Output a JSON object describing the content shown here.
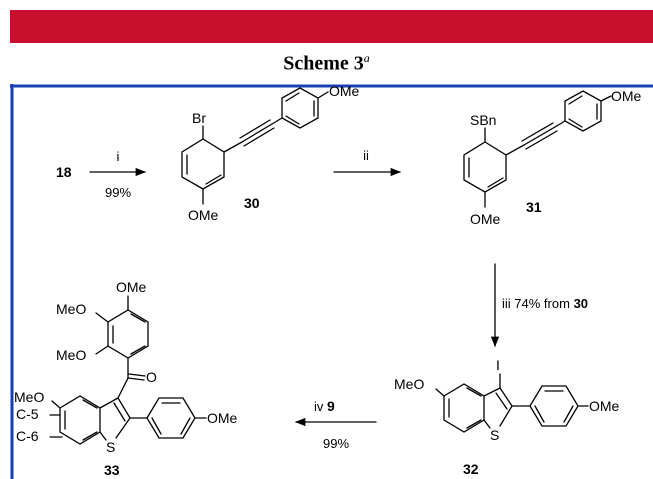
{
  "colors": {
    "banner": "#c8102e",
    "frame_border": "#1a3fb5",
    "ink": "#000000"
  },
  "title": {
    "text": "Scheme 3",
    "superscript": "a"
  },
  "compounds": {
    "c18": "18",
    "c30": "30",
    "c31": "31",
    "c32": "32",
    "c33": "33",
    "c9": "9"
  },
  "atoms": {
    "br": "Br",
    "sbn": "SBn",
    "ome": "OMe",
    "meo": "MeO",
    "iodo": "I",
    "sulfur": "S",
    "oxygen": "O"
  },
  "positions": {
    "c5": "C-5",
    "c6": "C-6"
  },
  "steps": {
    "i": {
      "reagent": "i",
      "yield": "99%"
    },
    "ii": {
      "reagent": "ii"
    },
    "iii": {
      "reagent": "iii",
      "yield_text": "74% from",
      "ref": "30"
    },
    "iv": {
      "reagent": "iv",
      "ref": "9",
      "yield": "99%"
    }
  }
}
